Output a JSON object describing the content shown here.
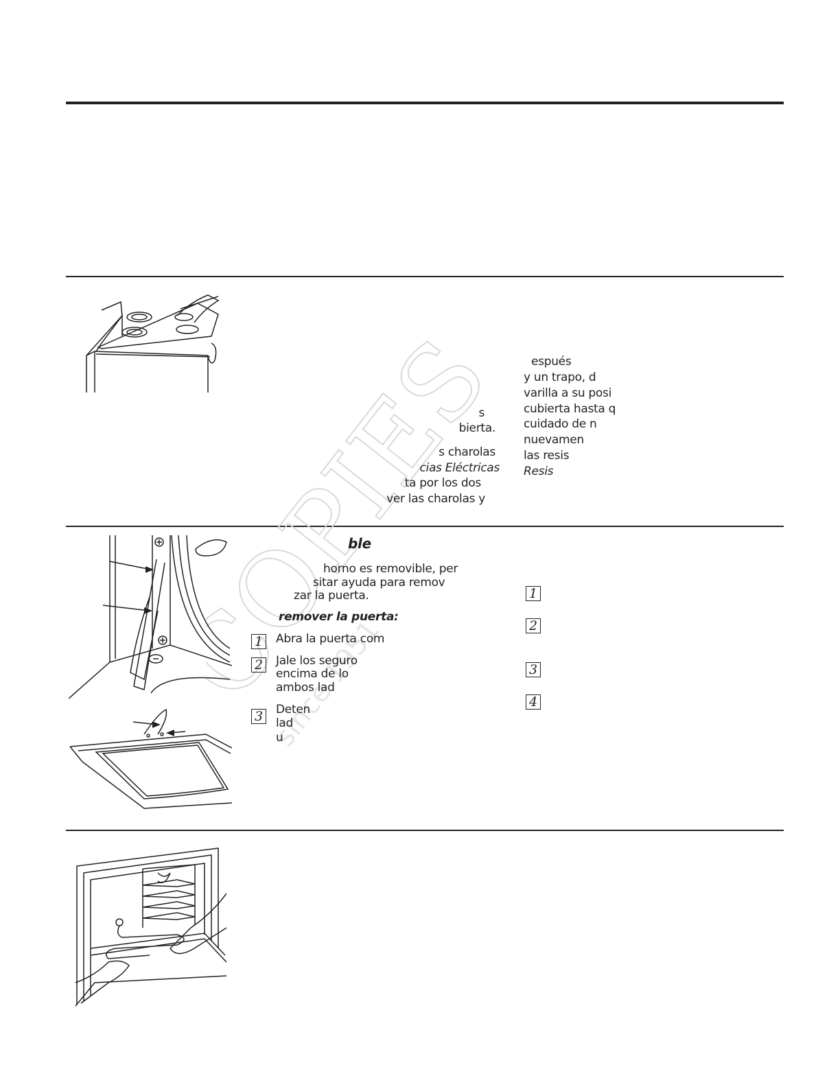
{
  "section1": {
    "right_lines": [
      "espués",
      "y un trapo, d",
      "varilla a su posi",
      "cubierta hasta q",
      "cuidado de n",
      "nuevamen",
      "las resis",
      "Resis"
    ],
    "mid_lines": [
      "s",
      "bierta.",
      "s charolas",
      "cias Eléctricas",
      "ta por los dos",
      "ver las charolas y"
    ]
  },
  "section2": {
    "heading": "ble",
    "intro": [
      "horno es removible, per",
      "sitar ayuda para remov",
      "zar la puerta."
    ],
    "subheading": "remover la puerta:",
    "left_steps": [
      {
        "num": "1",
        "lines": [
          "Abra la puerta com"
        ]
      },
      {
        "num": "2",
        "lines": [
          "Jale los seguro",
          "encima de lo",
          "ambos lad"
        ]
      },
      {
        "num": "3",
        "lines": [
          "Deten",
          "lad",
          "u"
        ]
      }
    ],
    "right_steps": [
      "1",
      "2",
      "3",
      "4"
    ]
  },
  "watermark": {
    "text": "COPIES",
    "subtext": "since 1951",
    "color": "#d9d9d9"
  },
  "illustrations": {
    "cooktop": "cooktop-lift-illustration",
    "door_hinge": "door-hinge-illustration",
    "door_lock": "door-lock-illustration",
    "oven_interior": "oven-interior-cleaning-illustration"
  }
}
